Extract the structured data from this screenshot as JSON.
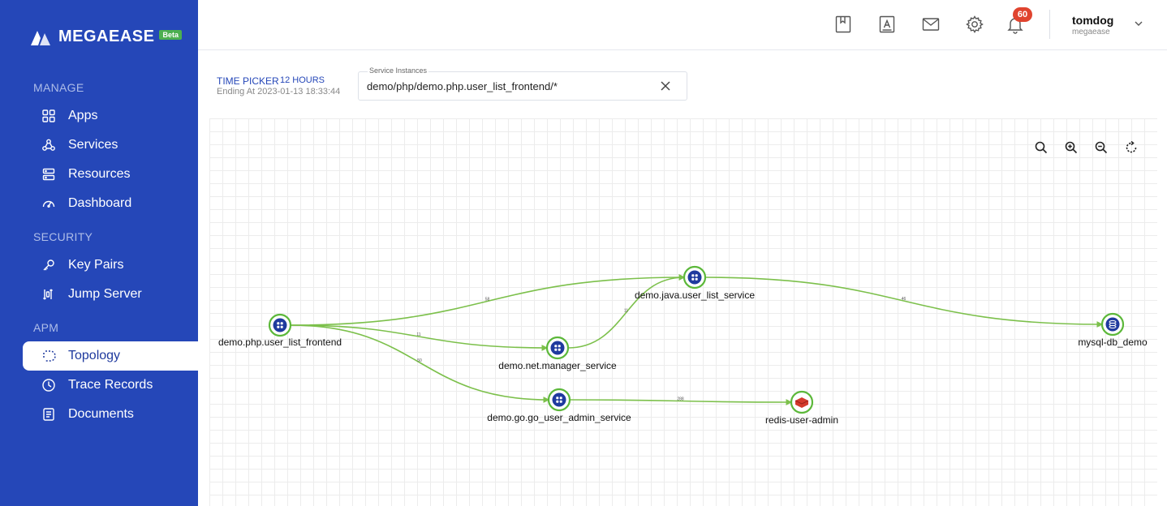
{
  "brand": {
    "name": "MEGAEASE",
    "badge": "Beta"
  },
  "sidebar": {
    "sections": [
      {
        "label": "MANAGE"
      },
      {
        "label": "SECURITY"
      },
      {
        "label": "APM"
      }
    ],
    "items": [
      {
        "label": "Apps",
        "icon": "grid-icon"
      },
      {
        "label": "Services",
        "icon": "services-icon"
      },
      {
        "label": "Resources",
        "icon": "server-icon"
      },
      {
        "label": "Dashboard",
        "icon": "gauge-icon"
      },
      {
        "label": "Key Pairs",
        "icon": "key-icon"
      },
      {
        "label": "Jump Server",
        "icon": "jump-server-icon"
      },
      {
        "label": "Topology",
        "icon": "topology-icon",
        "active": true
      },
      {
        "label": "Trace Records",
        "icon": "clock-icon"
      },
      {
        "label": "Documents",
        "icon": "document-icon"
      }
    ]
  },
  "header": {
    "icons": [
      "bookmark-icon",
      "contacts-icon",
      "mail-icon",
      "gear-icon",
      "bell-icon"
    ],
    "notification_count": "60",
    "user": {
      "name": "tomdog",
      "org": "megaease"
    }
  },
  "toolbar": {
    "time_picker_label": "TIME PICKER",
    "time_range": "12 HOURS",
    "ending_at": "Ending At 2023-01-13 18:33:44",
    "service_instances": {
      "label": "Service Instances",
      "value": "demo/php/demo.php.user_list_frontend/*"
    }
  },
  "graph": {
    "nodes": [
      {
        "id": "frontend",
        "label": "demo.php.user_list_frontend",
        "kind": "service"
      },
      {
        "id": "java",
        "label": "demo.java.user_list_service",
        "kind": "service"
      },
      {
        "id": "net",
        "label": "demo.net.manager_service",
        "kind": "service"
      },
      {
        "id": "go",
        "label": "demo.go.go_user_admin_service",
        "kind": "service"
      },
      {
        "id": "mysql",
        "label": "mysql-db_demo",
        "kind": "database"
      },
      {
        "id": "redis",
        "label": "redis-user-admin",
        "kind": "redis"
      }
    ],
    "edges": [
      {
        "from": "frontend",
        "to": "java",
        "label": "58"
      },
      {
        "from": "frontend",
        "to": "net",
        "label": "11"
      },
      {
        "from": "frontend",
        "to": "go",
        "label": "50"
      },
      {
        "from": "net",
        "to": "java",
        "label": "11"
      },
      {
        "from": "java",
        "to": "mysql",
        "label": "46"
      },
      {
        "from": "go",
        "to": "redis",
        "label": "288"
      }
    ],
    "colors": {
      "edge": "#7cc04b",
      "node_ring": "#5cb83a",
      "node_fill": "#1f3a9e",
      "redis": "#d33a2c"
    }
  }
}
